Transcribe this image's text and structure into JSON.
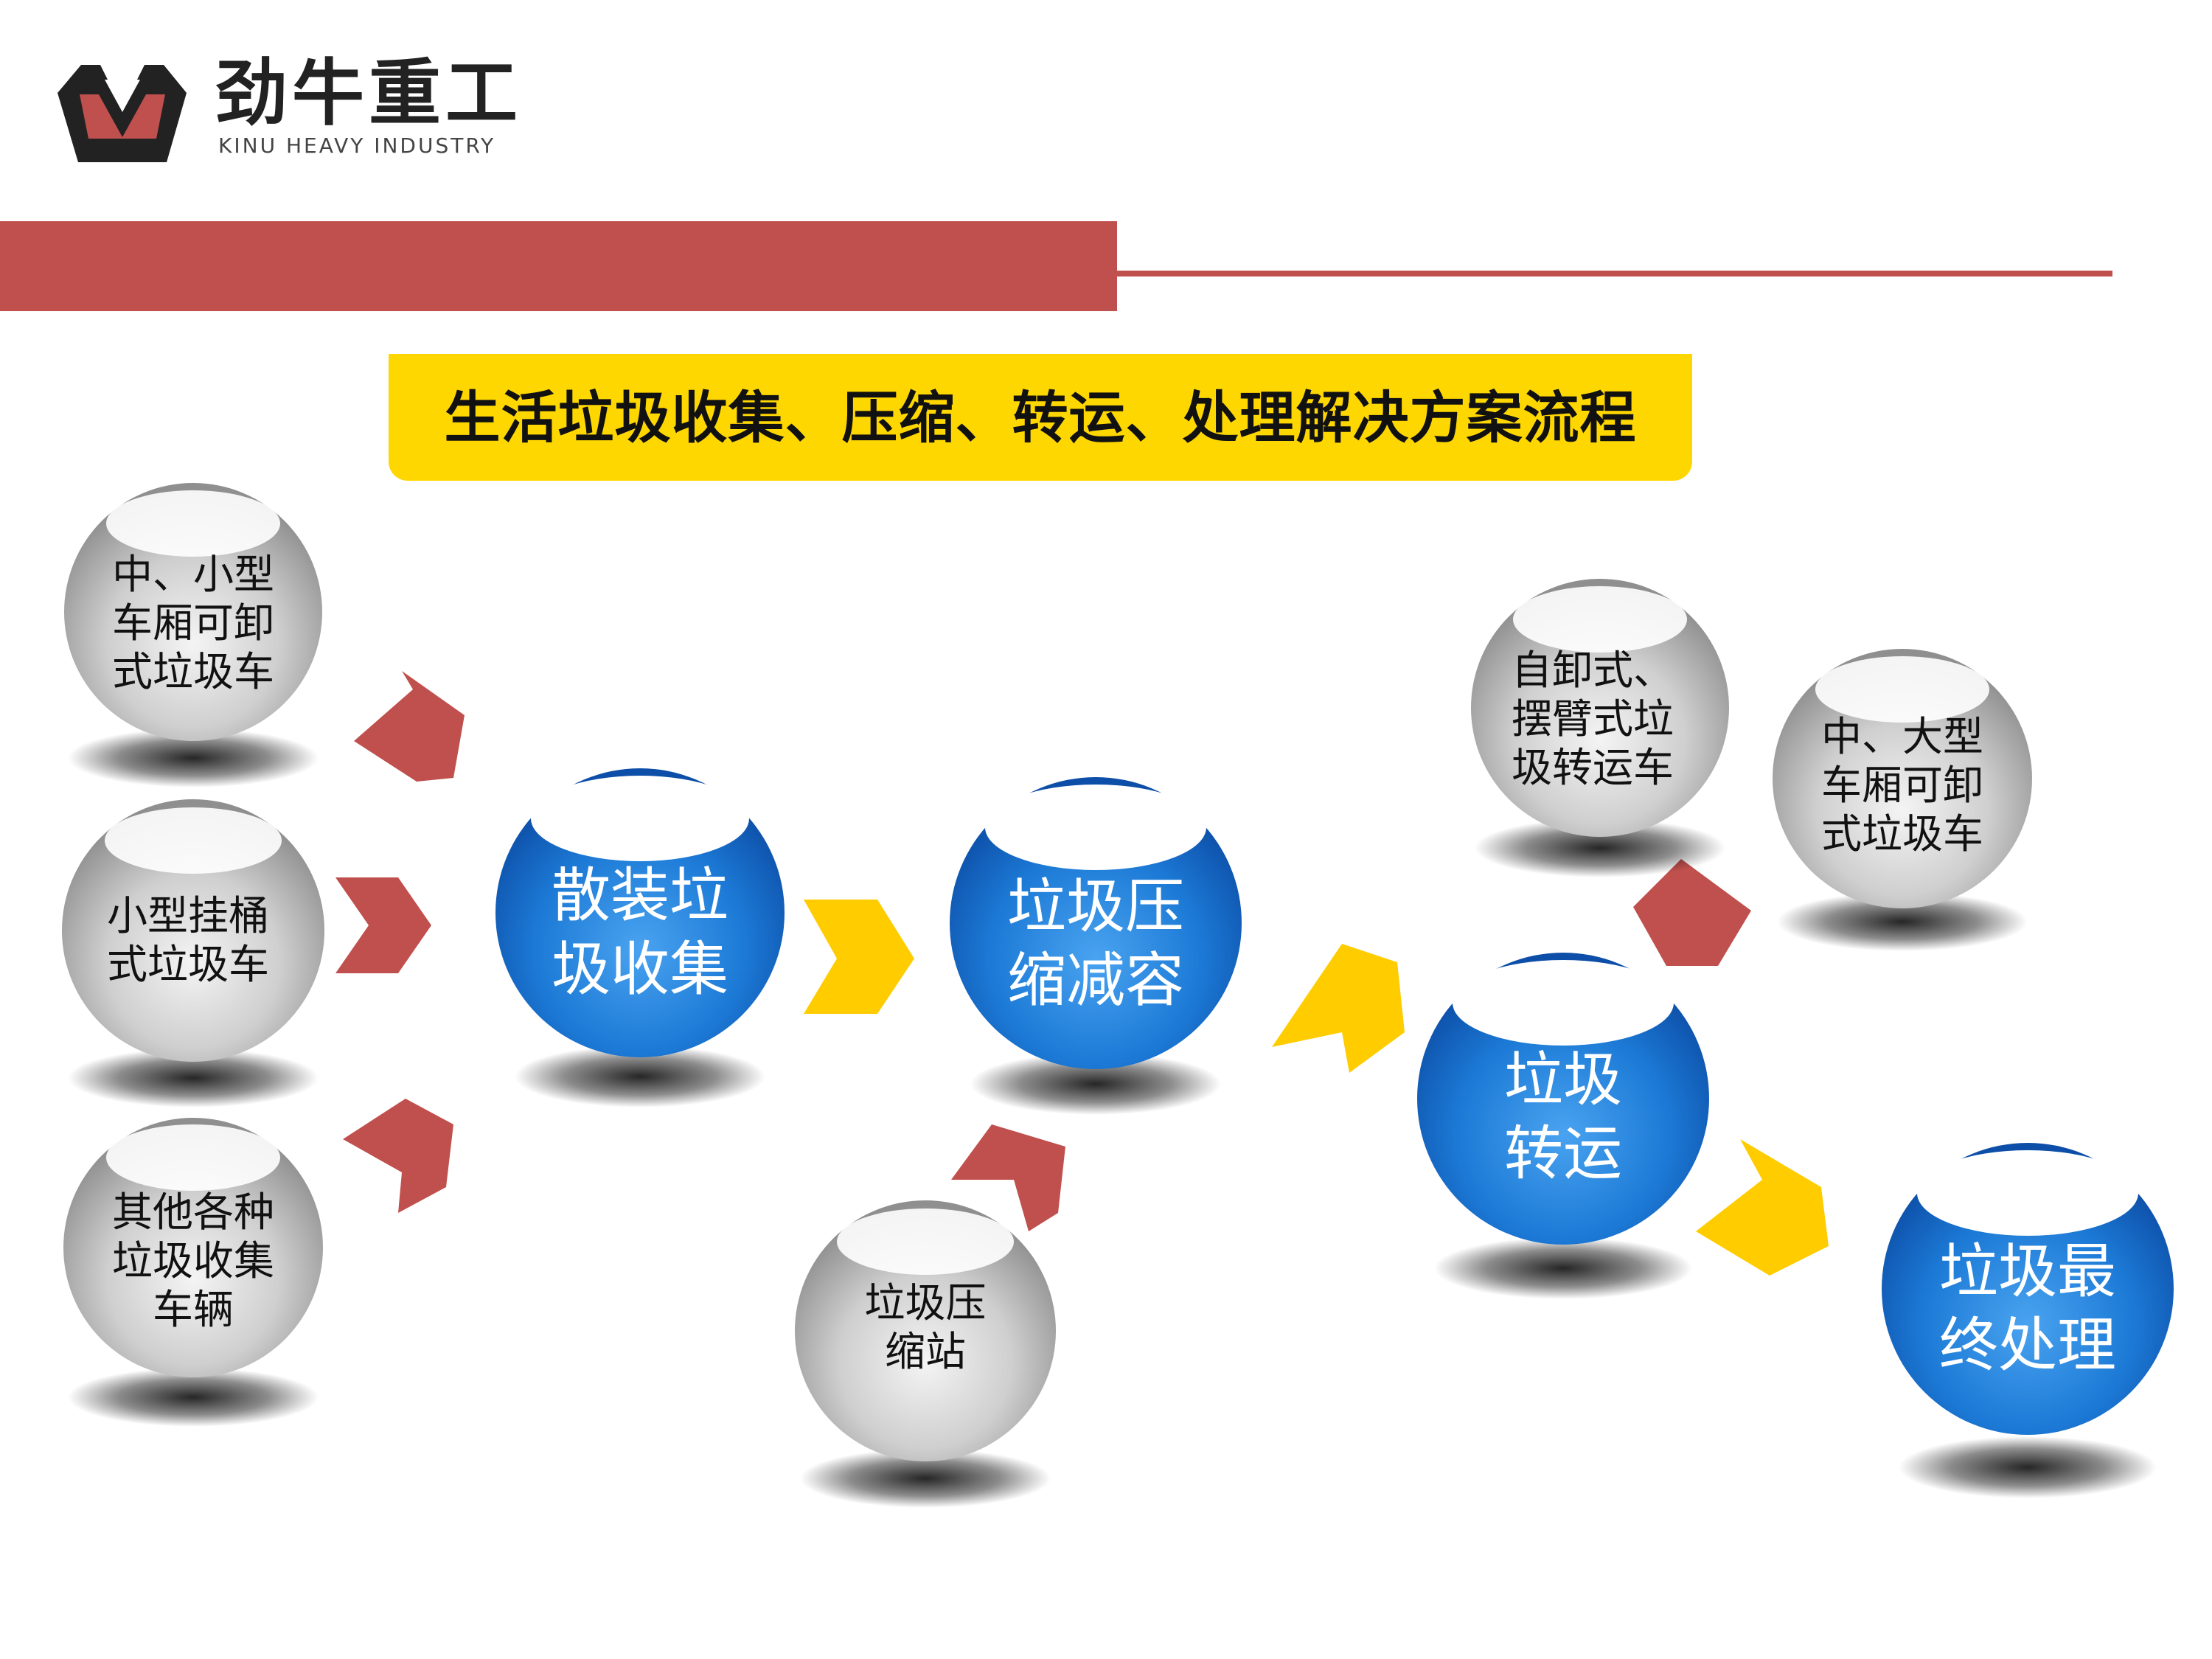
{
  "header": {
    "brand_cn": "劲牛重工",
    "brand_en": "KINU HEAVY INDUSTRY"
  },
  "title": "生活垃圾收集、压缩、转运、处理解决方案流程",
  "colors": {
    "brand_red": "#c0504d",
    "title_yellow": "#ffd700",
    "arrow_red": "#c0504d",
    "arrow_yellow": "#ffcc00",
    "node_blue": "#1e7fd8",
    "node_grey": "#b8b8b8"
  },
  "nodes": {
    "small_medium_detachable": {
      "label": "中、小型\n车厢可卸\n式垃圾车",
      "kind": "grey"
    },
    "small_bucket": {
      "label": "小型挂桶\n式垃圾车",
      "kind": "grey"
    },
    "other_vehicles": {
      "label": "其他各种\n垃圾收集\n车辆",
      "kind": "grey"
    },
    "bulk_collection": {
      "label": "散装垃\n圾收集",
      "kind": "blue"
    },
    "compression": {
      "label": "垃圾压\n缩减容",
      "kind": "blue"
    },
    "compression_station": {
      "label": "垃圾压\n缩站",
      "kind": "grey"
    },
    "transfer": {
      "label": "垃圾\n转运",
      "kind": "blue"
    },
    "swing_arm_transfer": {
      "label": "自卸式、\n摆臂式垃\n圾转运车",
      "kind": "grey"
    },
    "medium_large_detachable": {
      "label": "中、大型\n车厢可卸\n式垃圾车",
      "kind": "grey"
    },
    "final_treatment": {
      "label": "垃圾最\n终处理",
      "kind": "blue"
    }
  }
}
